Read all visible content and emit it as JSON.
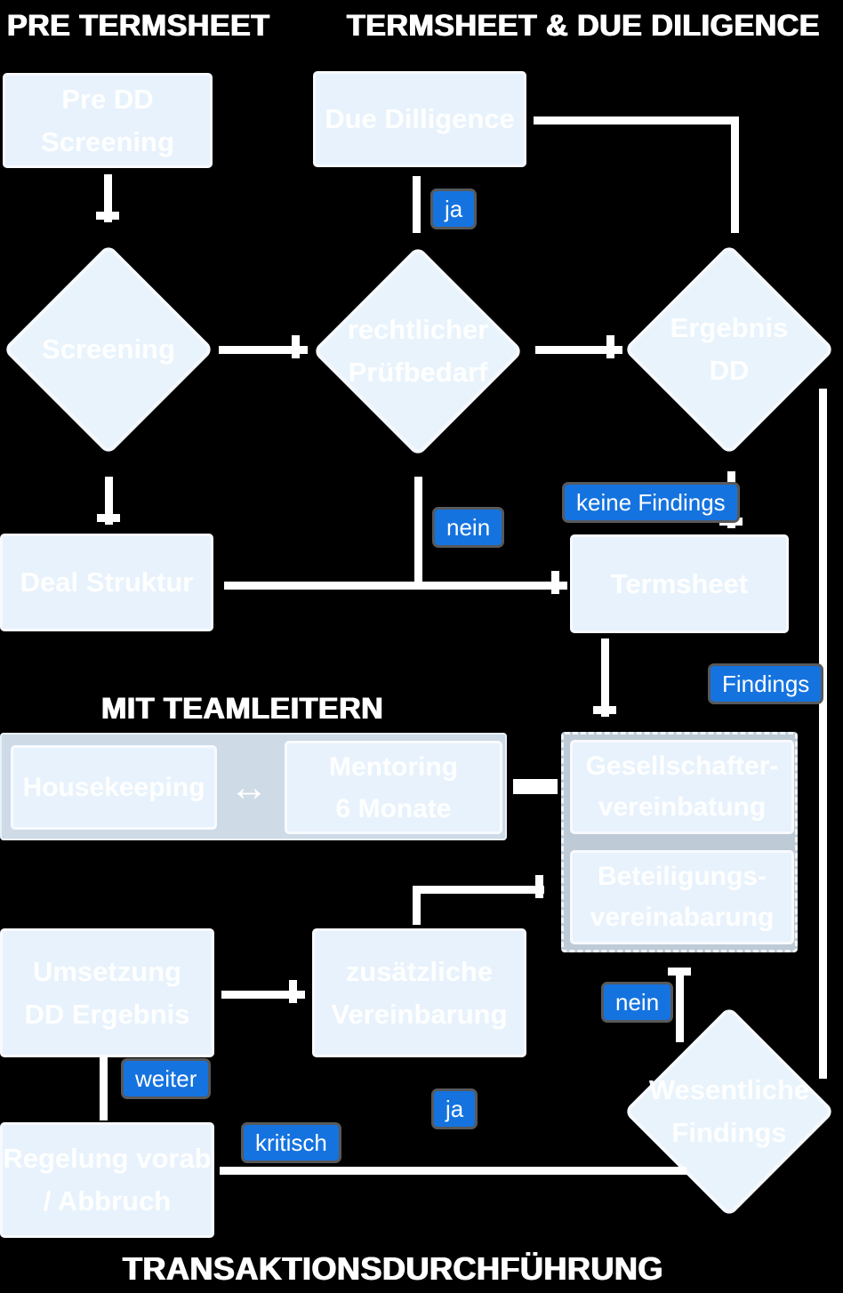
{
  "headings": {
    "section_pre_termsheet": "PRE TERMSHEET",
    "section_termsheet_dd": "TERMSHEET & DUE DILIGENCE",
    "section_mit_teamleitern": "MIT TEAMLEITERN",
    "section_transaktion": "TRANSAKTIONSDURCHFÜHRUNG"
  },
  "nodes": {
    "pre_dd_screening": "Pre DD\nScreening",
    "due_dilligence": "Due Dilligence",
    "screening": "Screening",
    "rechtlicher_pruefbedarf": "rechtlicher\nPrüfbedarf",
    "ergebnis_dd": "Ergebnis\nDD",
    "deal_struktur": "Deal Struktur",
    "termsheet": "Termsheet",
    "housekeeping": "Housekeeping",
    "mentoring_6_monate": "Mentoring\n6 Monate",
    "gesellschafter_vereinbarung": "Gesellschafter-\nvereinbatung",
    "beteiligungs_vereinbarung": "Beteiligungs-\nvereinabarung",
    "umsetzung_dd_ergebnis": "Umsetzung\nDD Ergebnis",
    "zusaetzliche_vereinbarung": "zusätzliche\nVereinbarung",
    "regelung_vorab_abbruch": "Regelung vorab\n/ Abbruch",
    "wesentliche_findings": "Wesentliche\nFindings"
  },
  "edge_labels": {
    "ja_pruefbedarf": "ja",
    "nein_pruefbedarf": "nein",
    "keine_findings": "keine Findings",
    "findings": "Findings",
    "nein_wesentliche": "nein",
    "weiter": "weiter",
    "ja_wesentliche": "ja",
    "kritisch": "kritisch"
  },
  "icons": {
    "bidirectional_arrow": "↔"
  },
  "colors": {
    "background": "#000000",
    "node_fill": "#e8f2fc",
    "badge_blue": "#1573df",
    "badge_border": "#58595b",
    "connector": "#ffffff"
  }
}
